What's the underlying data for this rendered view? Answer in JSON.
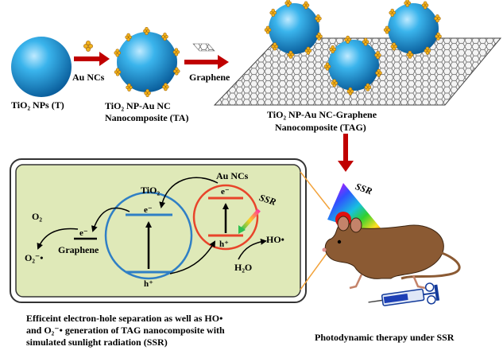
{
  "colors": {
    "sphere": "#1ba3e2",
    "gold": "#f0b21e",
    "arrow": "#c00000",
    "panel_fill": "#dfe9b8",
    "panel_stroke": "#333333",
    "tio2_circle": "#2f7fc5",
    "au_circle": "#e8442a",
    "connector": "#f2a23a"
  },
  "top": {
    "tio2_np_label": "TiO₂ NPs (T)",
    "au_ncs_label": "Au NCs",
    "ta_label_line1": "TiO₂ NP-Au NC",
    "ta_label_line2": "Nanocomposite (TA)",
    "graphene_label": "Graphene",
    "tag_label_line1": "TiO₂ NP-Au NC-Graphene",
    "tag_label_line2": "Nanocomposite (TAG)"
  },
  "mechanism": {
    "o2": "O₂",
    "o2_radical": "O₂⁻•",
    "graphene": "Graphene",
    "electron": "e⁻",
    "tio2": "TiO₂",
    "au_ncs": "Au NCs",
    "ssr": "SSR",
    "hole": "h⁺",
    "ho_radical": "HO•",
    "h2o": "H₂O"
  },
  "therapy": {
    "ssr": "SSR"
  },
  "captions": {
    "left_line1": "Efficeint electron-hole separation as well as HO•",
    "left_line2": "and O₂⁻• generation of TAG nanocomposite with",
    "left_line3": "simulated sunlight radiation (SSR)",
    "right": "Photodynamic therapy under SSR"
  }
}
